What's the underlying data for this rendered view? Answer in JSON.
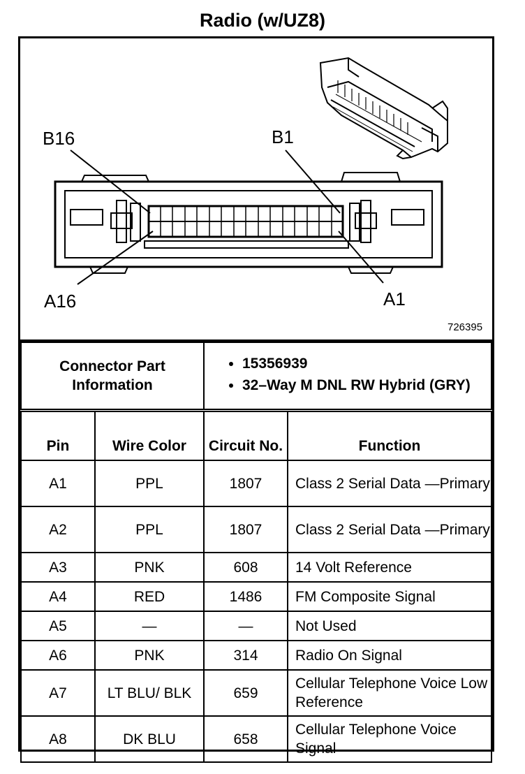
{
  "title": "Radio (w/UZ8)",
  "diagram": {
    "labels": {
      "b16": "B16",
      "b1": "B1",
      "a16": "A16",
      "a1": "A1"
    },
    "figure_number": "726395"
  },
  "connector_info": {
    "label": "Connector Part Information",
    "items": [
      "15356939",
      "32–Way M DNL RW Hybrid (GRY)"
    ]
  },
  "table": {
    "headers": {
      "pin": "Pin",
      "wire_color": "Wire Color",
      "circuit": "Circuit No.",
      "function": "Function"
    },
    "rows": [
      {
        "pin": "A1",
        "wire": "PPL",
        "circuit": "1807",
        "function": "Class 2 Serial Data —Primary"
      },
      {
        "pin": "A2",
        "wire": "PPL",
        "circuit": "1807",
        "function": "Class 2 Serial Data —Primary"
      },
      {
        "pin": "A3",
        "wire": "PNK",
        "circuit": "608",
        "function": "14 Volt Reference"
      },
      {
        "pin": "A4",
        "wire": "RED",
        "circuit": "1486",
        "function": "FM Composite Signal"
      },
      {
        "pin": "A5",
        "wire": "—",
        "circuit": "—",
        "function": "Not Used"
      },
      {
        "pin": "A6",
        "wire": "PNK",
        "circuit": "314",
        "function": "Radio On Signal"
      },
      {
        "pin": "A7",
        "wire": "LT BLU/ BLK",
        "circuit": "659",
        "function": "Cellular Telephone Voice Low Reference"
      },
      {
        "pin": "A8",
        "wire": "DK BLU",
        "circuit": "658",
        "function": "Cellular Telephone Voice Signal"
      }
    ]
  }
}
